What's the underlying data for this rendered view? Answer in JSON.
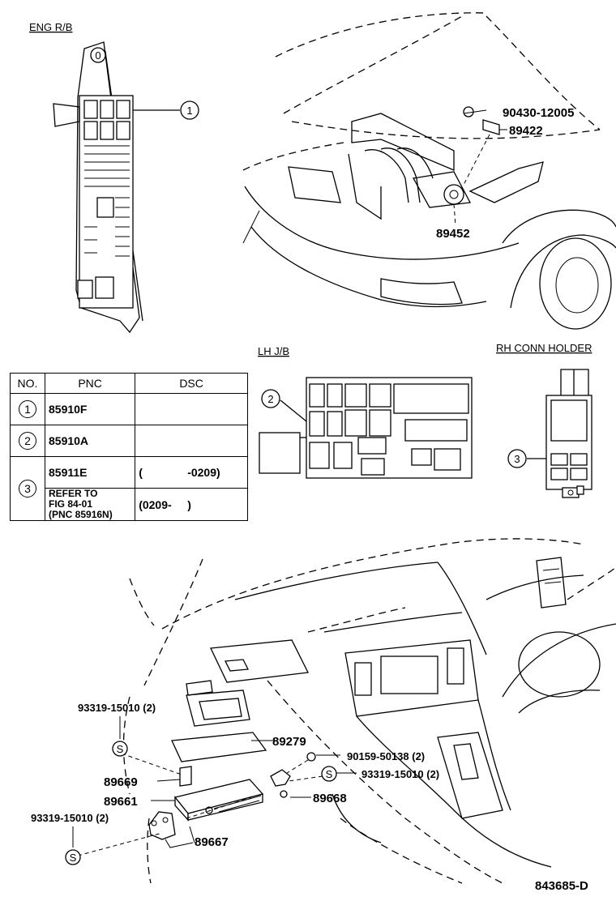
{
  "headers": {
    "eng_rb": "ENG R/B",
    "lh_jb": "LH J/B",
    "rh_conn": "RH CONN HOLDER"
  },
  "callouts": {
    "c1": "1",
    "c2": "2",
    "c3": "3",
    "fuse_0": "0"
  },
  "parts": {
    "p90430": "90430-12005",
    "p89422": "89422",
    "p89452": "89452",
    "p93319_a": "93319-15010 (2)",
    "p89279": "89279",
    "p90159": "90159-50138 (2)",
    "p93319_b": "93319-15010 (2)",
    "p89669": "89669",
    "p89661": "89661",
    "p89668": "89668",
    "p93319_c": "93319-15010 (2)",
    "p89667": "89667"
  },
  "table": {
    "col_no": "NO.",
    "col_pnc": "PNC",
    "col_dsc": "DSC",
    "rows": [
      {
        "no": "1",
        "pnc": "85910F",
        "dsc_open": "",
        "dsc_close": ""
      },
      {
        "no": "2",
        "pnc": "85910A",
        "dsc_open": "",
        "dsc_close": ""
      },
      {
        "no": "3",
        "pnc": "85911E",
        "dsc_open": "(",
        "dsc_close": "-0209)"
      },
      {
        "no": "",
        "pnc_line1": "REFER TO",
        "pnc_line2": "FIG 84-01",
        "pnc_line3": "(PNC 85916N)",
        "dsc_open": "(0209-",
        "dsc_close": ")"
      }
    ]
  },
  "footer_code": "843685-D"
}
